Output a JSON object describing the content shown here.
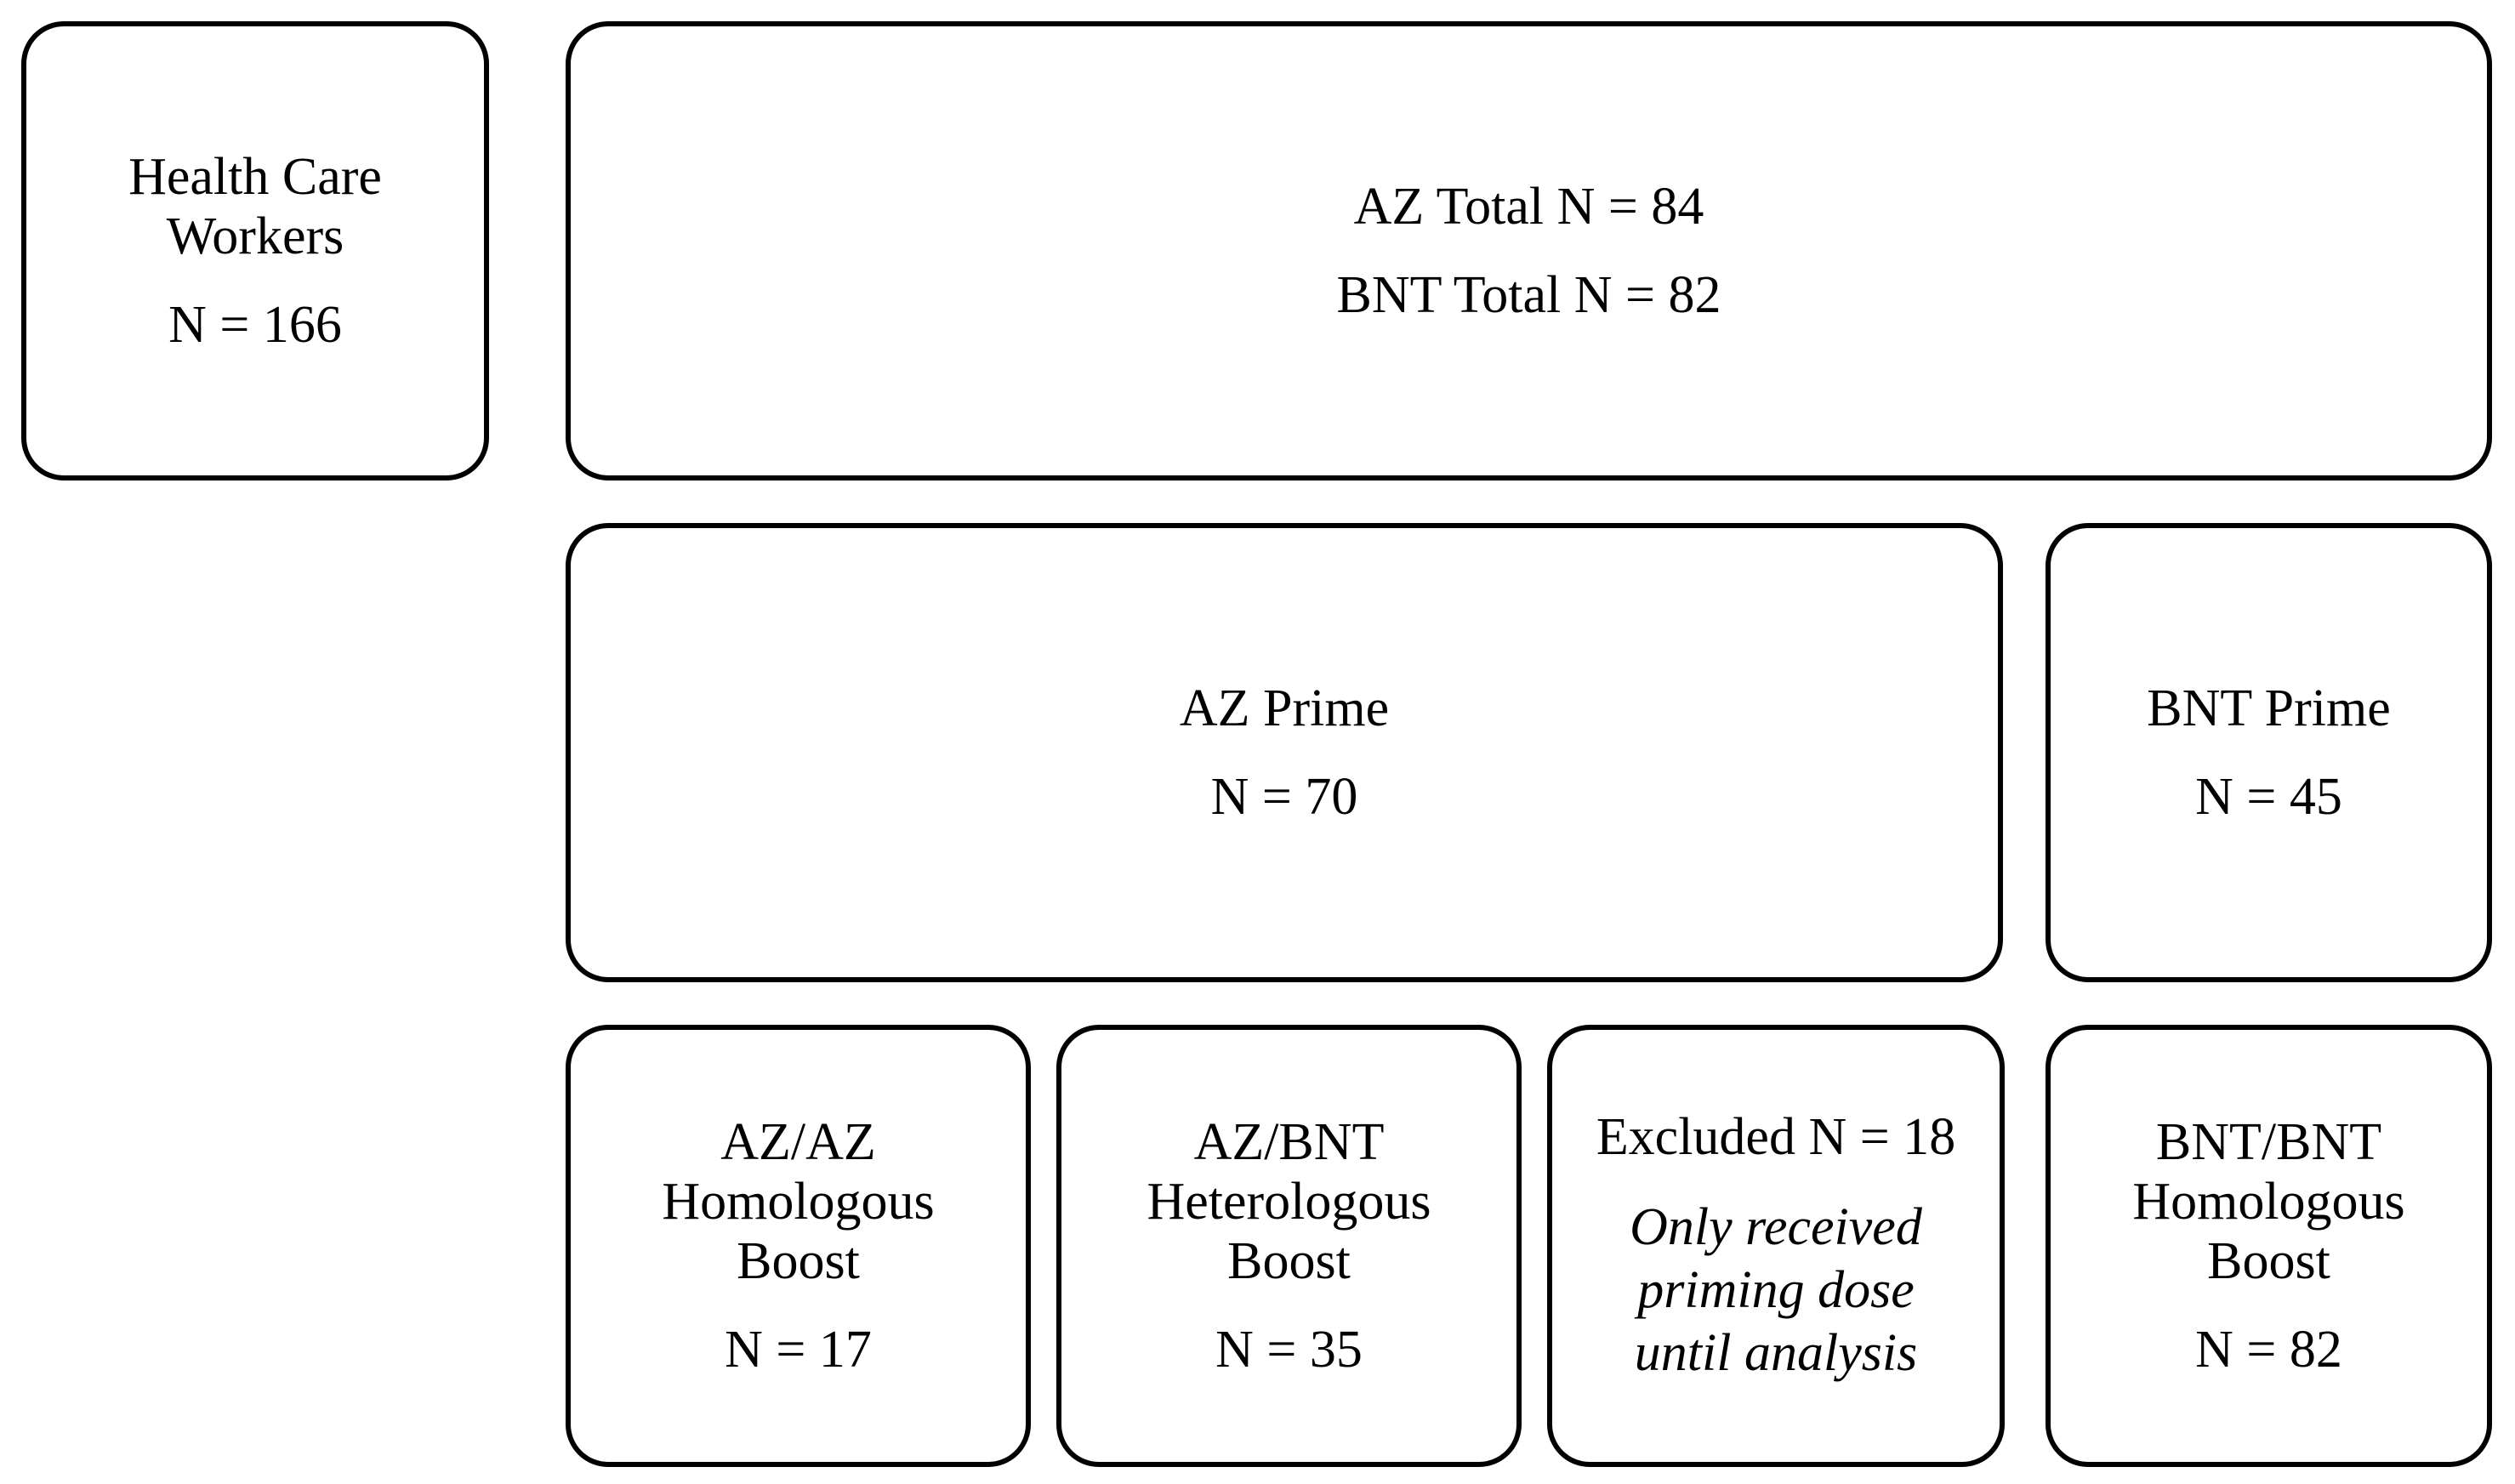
{
  "figure": {
    "background": "#ffffff",
    "box_background": "#ffffff",
    "border_color": "#000000",
    "text_color": "#000000"
  },
  "boxes": {
    "hcw": {
      "line1": "Health Care",
      "line2": "Workers",
      "n": "N = 166"
    },
    "total": {
      "line1": "AZ Total N = 84",
      "line2": "BNT Total N = 82"
    },
    "az_prime": {
      "label": "AZ Prime",
      "n": "N = 70"
    },
    "bnt_prime": {
      "label": "BNT Prime",
      "n": "N = 45"
    },
    "az_az": {
      "line1": "AZ/AZ",
      "line2": "Homologous",
      "line3": "Boost",
      "n": "N = 17"
    },
    "az_bnt": {
      "line1": "AZ/BNT",
      "line2": "Heterologous",
      "line3": "Boost",
      "n": "N = 35"
    },
    "excluded": {
      "title": "Excluded N = 18",
      "italic1": "Only received",
      "italic2": "priming dose",
      "italic3": "until analysis"
    },
    "bnt_bnt": {
      "line1": "BNT/BNT",
      "line2": "Homologous",
      "line3": "Boost",
      "n": "N = 82"
    }
  }
}
